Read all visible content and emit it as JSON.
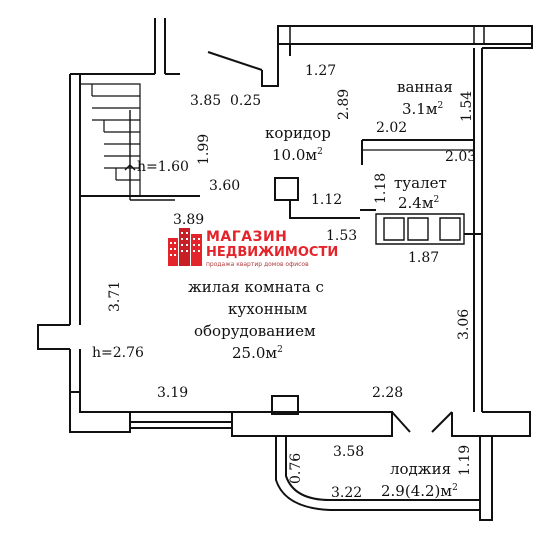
{
  "rooms": {
    "hall": {
      "name": "коридор",
      "area": "10.0м",
      "sup": "2"
    },
    "bath": {
      "name": "ванная",
      "area": "3.1м",
      "sup": "2"
    },
    "toilet": {
      "name": "туалет",
      "area": "2.4м",
      "sup": "2"
    },
    "living": {
      "line1": "жилая комната с",
      "line2": "кухонным",
      "line3": "оборудованием",
      "area": "25.0м",
      "sup": "2"
    },
    "loggia": {
      "name": "лоджия",
      "area": "2.9(4.2)м",
      "sup": "2"
    }
  },
  "heights": {
    "stair": "h=1.60",
    "room": "h=2.76"
  },
  "dims": {
    "d127": "1.27",
    "d385": "3.85",
    "d025": "0.25",
    "d289": "2.89",
    "d154": "1.54",
    "d199": "1.99",
    "d202": "2.02",
    "d203": "2.03",
    "d360": "3.60",
    "d118": "1.18",
    "d112": "1.12",
    "d389": "3.89",
    "d153": "1.53",
    "d187": "1.87",
    "d371": "3.71",
    "d306": "3.06",
    "d319": "3.19",
    "d228": "2.28",
    "d076": "0.76",
    "d358": "3.58",
    "d119": "1.19",
    "d322": "3.22"
  },
  "logo": {
    "line1": "МАГАЗИН",
    "line2": "НЕДВИЖИМОСТИ",
    "tagline": "продажа квартир домов офисов"
  },
  "colors": {
    "wall": "#111111",
    "logo_red": "#e3242b"
  }
}
